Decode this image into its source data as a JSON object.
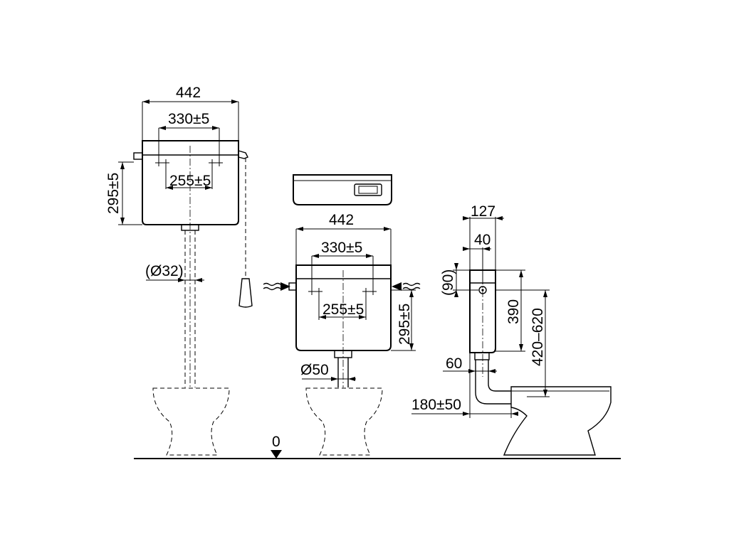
{
  "drawing": {
    "high_cistern": {
      "width": "442",
      "fixing_spacing": "330±5",
      "inner_spacing": "255±5",
      "height": "295±5",
      "pipe_diameter": "(Ø32)"
    },
    "low_cistern": {
      "width": "442",
      "fixing_spacing": "330±5",
      "inner_spacing": "255±5",
      "height": "295±5",
      "pipe_diameter": "Ø50"
    },
    "side_view": {
      "depth": "127",
      "offset": "40",
      "top_offset": "(90)",
      "cistern_height": "390",
      "bowl_height": "420–620",
      "pipe_offset": "60",
      "bowl_distance": "180±50"
    },
    "floor_level": "0"
  }
}
